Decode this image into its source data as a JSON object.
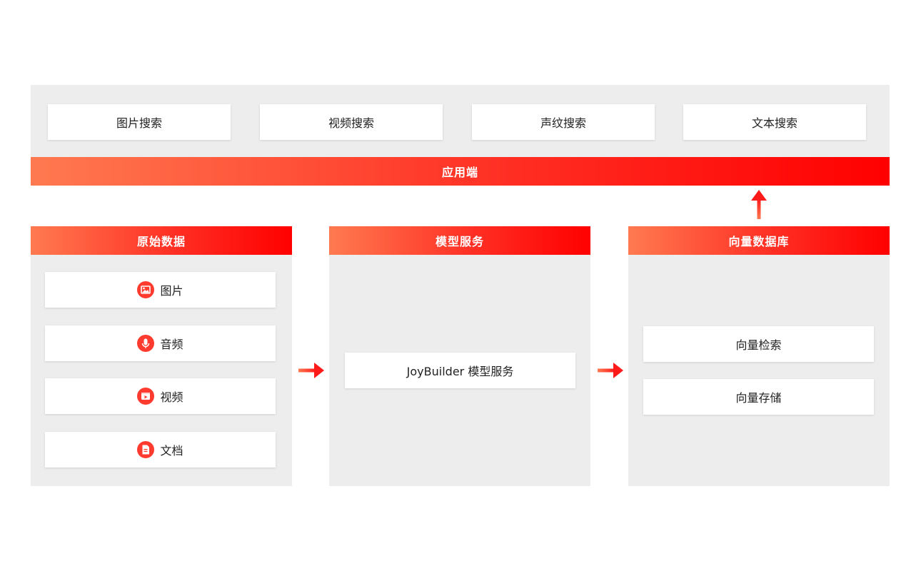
{
  "app": {
    "title": "应用端",
    "searches": [
      {
        "label": "图片搜索"
      },
      {
        "label": "视频搜索"
      },
      {
        "label": "声纹搜索"
      },
      {
        "label": "文本搜索"
      }
    ]
  },
  "raw": {
    "title": "原始数据",
    "items": [
      {
        "label": "图片",
        "icon": "image-icon"
      },
      {
        "label": "音频",
        "icon": "microphone-icon"
      },
      {
        "label": "视频",
        "icon": "video-icon"
      },
      {
        "label": "文档",
        "icon": "document-icon"
      }
    ]
  },
  "model": {
    "title": "模型服务",
    "item": "JoyBuilder 模型服务"
  },
  "vector": {
    "title": "向量数据库",
    "items": [
      {
        "label": "向量检索"
      },
      {
        "label": "向量存储"
      }
    ]
  },
  "colors": {
    "accent": "#ff0000",
    "accent_light": "#ff7a50",
    "panel": "#ededed"
  }
}
